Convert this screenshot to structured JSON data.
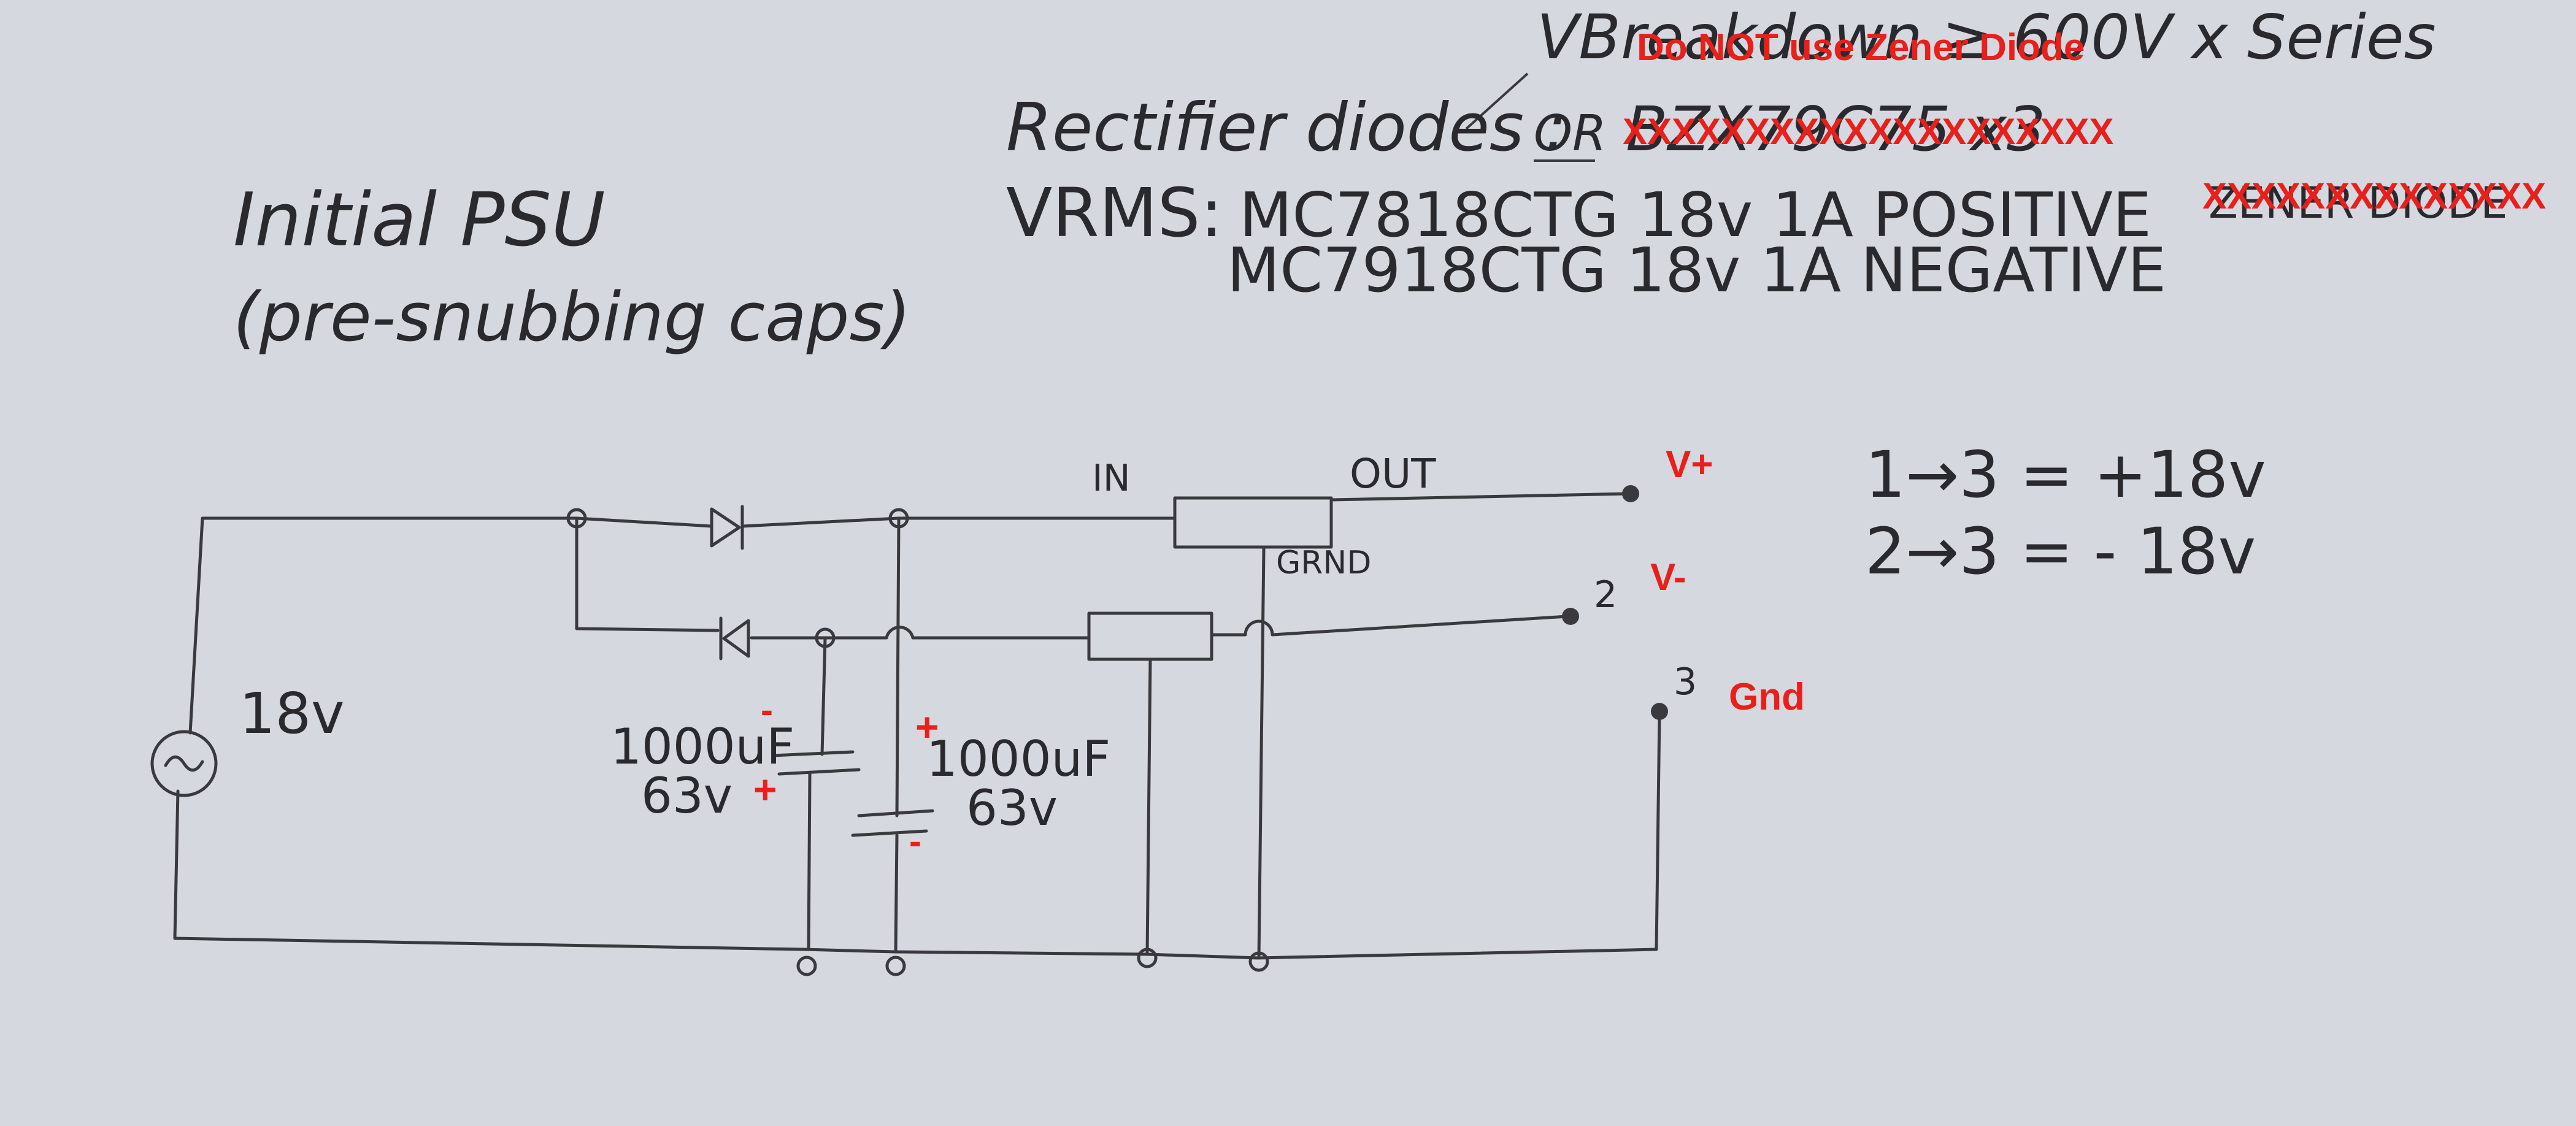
{
  "colors": {
    "paper": "#d6d8e0",
    "ink": "#2a2a2e",
    "annotation": "#e8201c"
  },
  "title": {
    "line1": "Initial PSU",
    "line2": "(pre-snubbing caps)"
  },
  "notes": {
    "vbreak": "VBreakdown ≥ 600V x Series",
    "rectifier_prefix": "Rectifier diodes :",
    "rectifier_or": "OR",
    "rectifier_alt": "BZX79C75 x3",
    "vrm_prefix": "VRMS:",
    "vrm1": "MC7818CTG  18v  1A  POSITIVE",
    "vrm1_tail": "ZENER DIODE",
    "vrm2": "MC7918CTG  18v  1A  NEGATIVE"
  },
  "annotations": {
    "do_not_zener": "Do NOT use Zener Diode",
    "strike1": "XXXXXXXXXXXXXXXXXXXX",
    "strike2": "XXXXXXXXXXXXXX",
    "v_plus": "V+",
    "v_minus": "V-",
    "gnd": "Gnd",
    "cap1_top_sign": "-",
    "cap1_bottom_sign": "+",
    "cap2_top_sign": "+",
    "cap2_bottom_sign": "-"
  },
  "circuit": {
    "source_label": "18v",
    "reg_in": "IN",
    "reg_out": "OUT",
    "reg_gnd": "GRND",
    "cap1": {
      "value": "1000uF",
      "voltage": "63v"
    },
    "cap2": {
      "value": "1000uF",
      "voltage": "63v"
    },
    "terminal2": "2",
    "terminal3": "3"
  },
  "outputs": {
    "line1": "1→3  =  +18v",
    "line2": "2→3  =  - 18v"
  },
  "icons": [
    "ac-source-icon",
    "diode-icon",
    "capacitor-icon",
    "regulator-icon",
    "terminal-icon"
  ]
}
